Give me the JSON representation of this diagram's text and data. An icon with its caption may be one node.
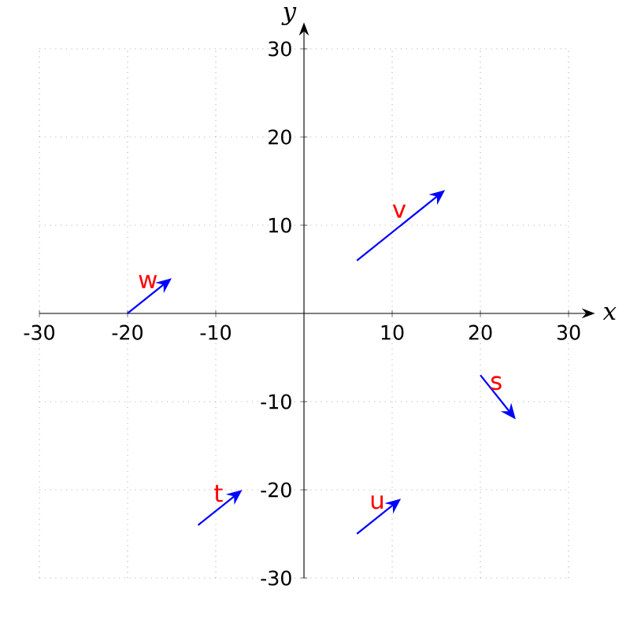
{
  "diagram": {
    "chart_data": {
      "type": "line",
      "grid": true,
      "xlabel": "x",
      "ylabel": "y",
      "xlim": [
        -30,
        30
      ],
      "ylim": [
        -30,
        30
      ],
      "xticks": [
        -30,
        -20,
        -10,
        10,
        20,
        30
      ],
      "yticks": [
        -30,
        -20,
        -10,
        10,
        20,
        30
      ],
      "annotations": [
        "v",
        "w",
        "s",
        "t",
        "u"
      ]
    }
  }
}
